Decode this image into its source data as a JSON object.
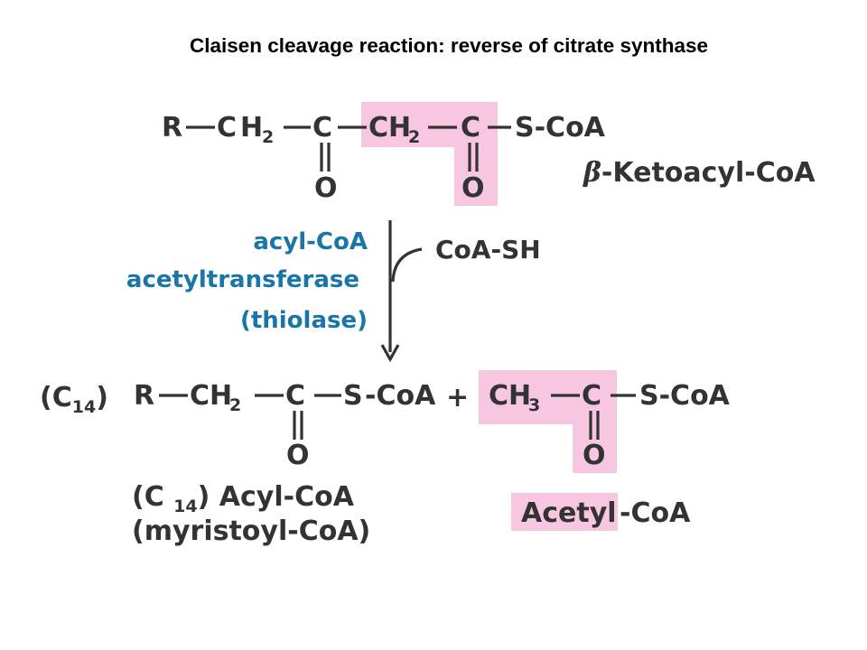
{
  "title": "Claisen cleavage reaction: reverse of citrate synthase",
  "colors": {
    "highlight": "#f7c6e1",
    "enzyme_text": "#1a75a8",
    "ink": "#333333"
  },
  "reactant": {
    "atoms": {
      "r": "R",
      "c1": "C",
      "h1": "H",
      "h1_sub": "2",
      "c2": "C",
      "ch2": "CH",
      "ch2_sub": "2",
      "c3": "C",
      "scoa": "S-CoA",
      "o1": "O",
      "o2": "O"
    },
    "beta": "β",
    "name_rest": "-Ketoacyl-CoA"
  },
  "enzyme": {
    "line1": "acyl-CoA",
    "line2": "acetyltransferase",
    "line3": "(thiolase)"
  },
  "cosubstrate": "CoA-SH",
  "product1": {
    "chain_prefix": "(C",
    "chain_sub": "14",
    "chain_suffix": ")",
    "atoms": {
      "r": "R",
      "ch2": "CH",
      "ch2_sub": "2",
      "c": "C",
      "s": "S",
      "coa": "-CoA",
      "o": "O"
    },
    "name_prefix": "(C ",
    "name_sub": "14",
    "name_suffix": ")  Acyl-CoA",
    "name_line2": "(myristoyl-CoA)"
  },
  "plus": "+",
  "product2": {
    "atoms": {
      "ch3": "CH",
      "ch3_sub": "3",
      "c": "C",
      "scoa": "S-CoA",
      "o": "O"
    },
    "name_highlight": "Acetyl",
    "name_rest": "-CoA"
  }
}
